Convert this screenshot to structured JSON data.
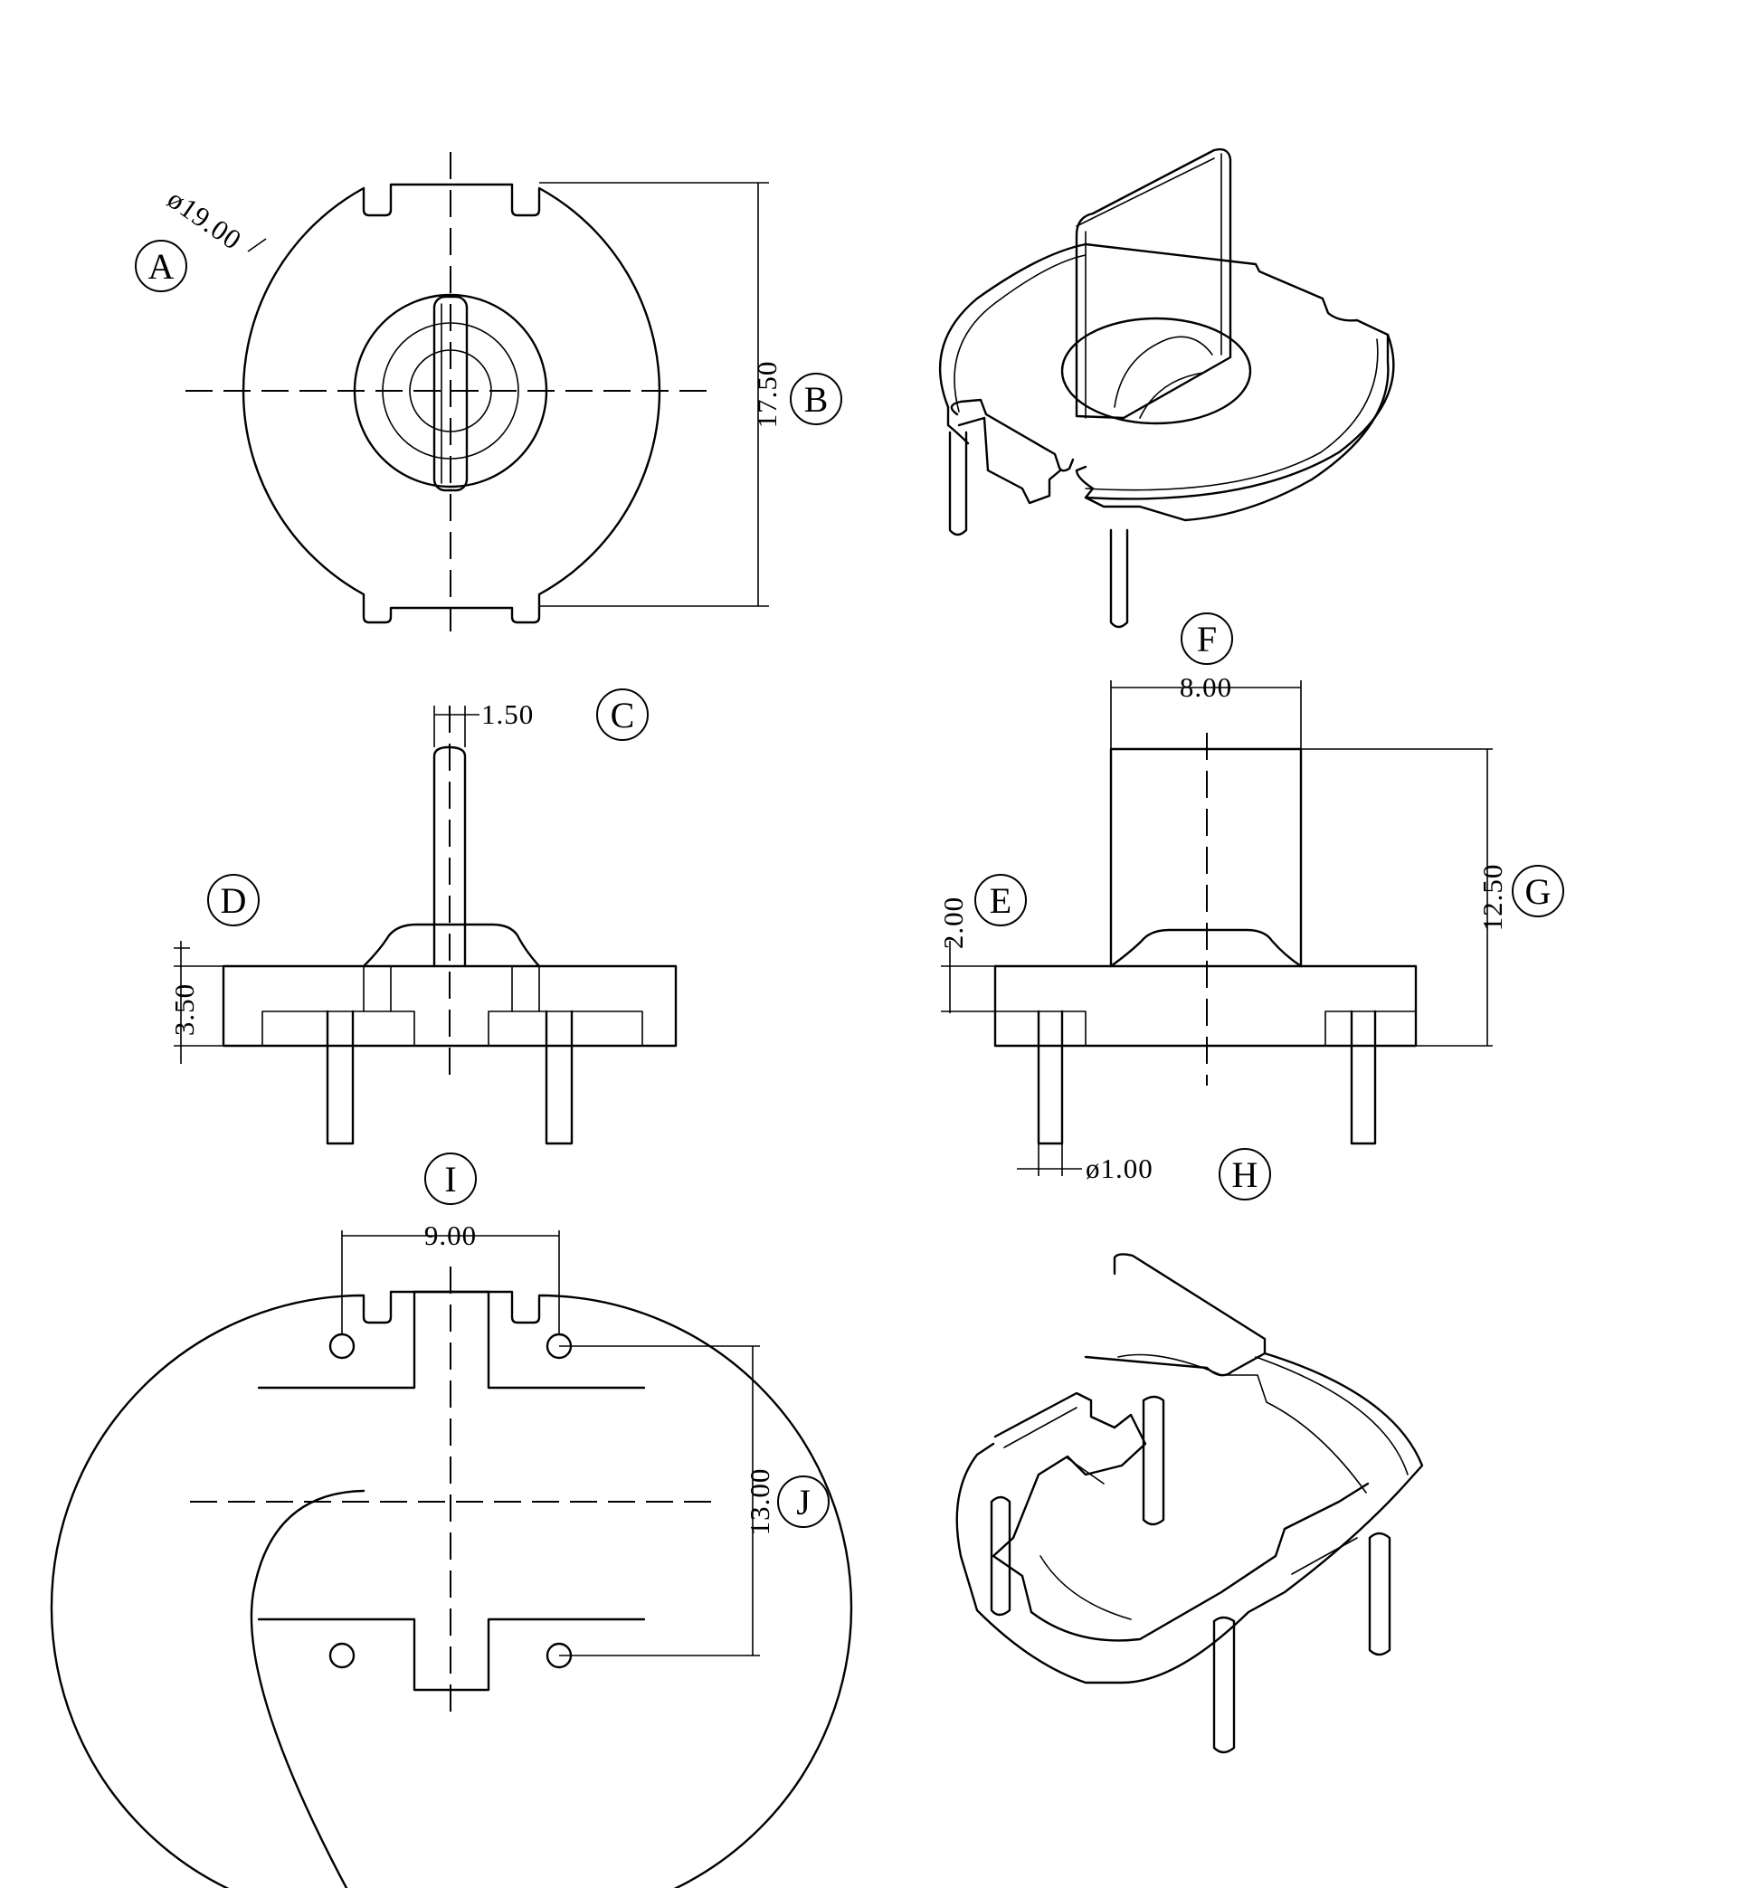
{
  "dimensions": {
    "diameter": "ø19.00",
    "height_17_50": "17.50",
    "width_1_50": "1.50",
    "height_3_50": "3.50",
    "height_2_00": "2.00",
    "width_8_00": "8.00",
    "height_12_50": "12.50",
    "pin_diameter": "ø1.00",
    "width_9_00": "9.00",
    "height_13_00": "13.00"
  },
  "labels": {
    "A": "A",
    "B": "B",
    "C": "C",
    "D": "D",
    "E": "E",
    "F": "F",
    "G": "G",
    "H": "H",
    "I": "I",
    "J": "J"
  }
}
